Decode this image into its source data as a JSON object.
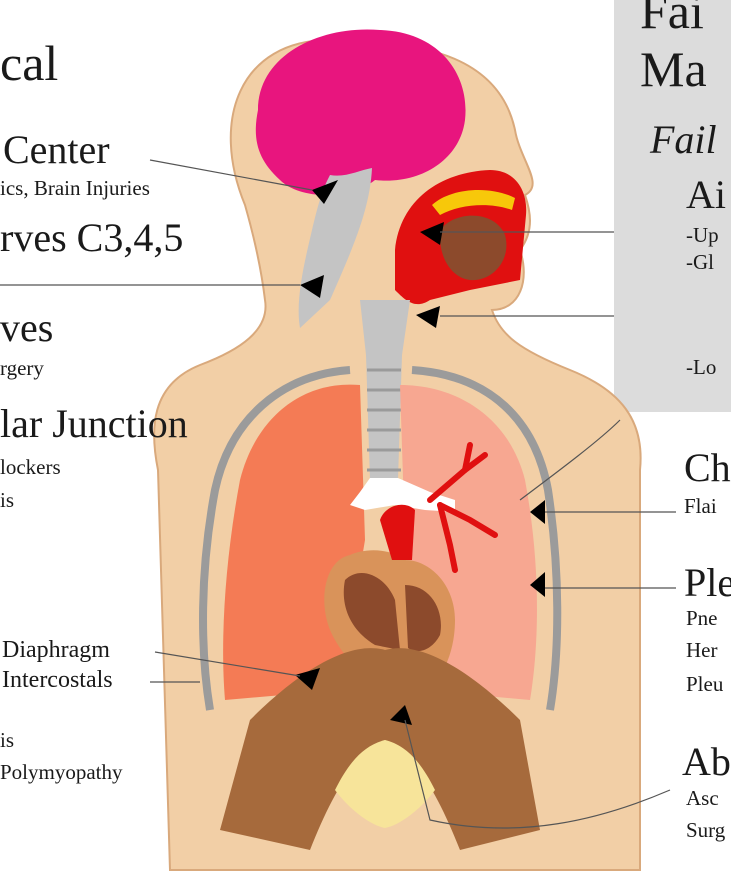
{
  "colors": {
    "skin": "#f2cfa6",
    "skin_edge": "#d9a97c",
    "brain": "#e8157e",
    "airway": "#e01010",
    "lung_left": "#f47b55",
    "lung_right": "#f7a791",
    "heart": "#8c4a2c",
    "diaphragm": "#a66a3c",
    "panel": "#dcdcdc"
  },
  "left_labels": {
    "ca": "cal",
    "center": "Center",
    "center_sub": "ics, Brain Injuries",
    "nerves_c": "rves C3,4,5",
    "nerves": "ves",
    "nerves_sub": "rgery",
    "junction": "lar Junction",
    "junction_sub1": "lockers",
    "junction_sub2": "is",
    "diaphragm": "Diaphragm",
    "intercostals": "Intercostals",
    "muscle_sub1": "is",
    "muscle_sub2": "Polymyopathy"
  },
  "right_panel": {
    "title1": "Fai",
    "title2": "Ma",
    "fail": "Fail",
    "airway": "Ai",
    "airway_sub1": "-Up",
    "airway_sub2": "-Gl",
    "airway_sub3": "-Lo"
  },
  "right_labels": {
    "chest": "Ch",
    "chest_sub": "Flai",
    "pleura": "Ple",
    "pleura_sub1": "Pne",
    "pleura_sub2": "Her",
    "pleura_sub3": "Pleu",
    "abdomen": "Ab",
    "abdomen_sub1": "Asc",
    "abdomen_sub2": "Surg"
  }
}
